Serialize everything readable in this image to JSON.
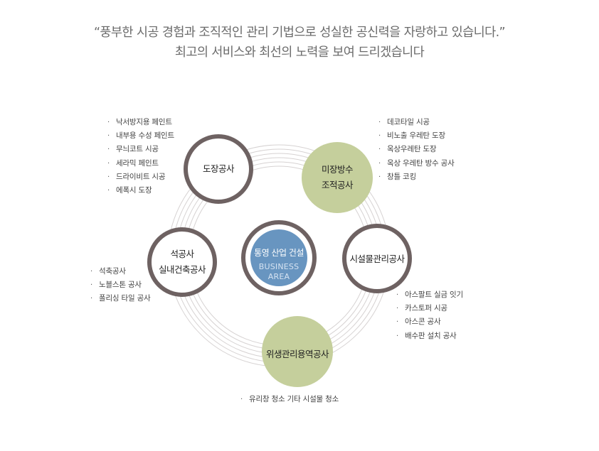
{
  "header": {
    "line1": "“풍부한 시공 경험과 조직적인  관리 기법으로 성실한 공신력을 자랑하고 있습니다.”",
    "line2": "최고의 서비스와 최선의 노력을 보여 드리겠습니다"
  },
  "center": {
    "title": "통영 산업 건설",
    "subtitle": "BUSINESS",
    "subtitle2": "AREA"
  },
  "nodes": {
    "painting": {
      "label": "도장공사"
    },
    "waterproof": {
      "line1": "미장방수",
      "line2": "조적공사"
    },
    "facility": {
      "label": "시설물관리공사"
    },
    "hygiene": {
      "label": "위생관리용역공사"
    },
    "stone": {
      "line1": "석공사",
      "line2": "실내건축공사"
    }
  },
  "lists": {
    "painting": [
      "낙서방지용 페인트",
      "내부용 수성 페인트",
      "무늬코트 시공",
      "세라믹 페인트",
      "드라이비트 시공",
      "에폭시 도장"
    ],
    "waterproof": [
      "데코타일 시공",
      "비노출 우레탄 도장",
      "옥상우레탄 도장",
      "옥상 우레탄 방수 공사",
      "창틀 코킹"
    ],
    "facility": [
      "아스팔트 실금 잇기",
      "카스토퍼 시공",
      "아스콘 공사",
      "배수판 설치 공사"
    ],
    "stone": [
      "석축공사",
      "노블스톤 공사",
      "폴리싱 타일 공사"
    ],
    "hygiene": [
      "유리창 청소 기타 시설물 청소"
    ]
  },
  "colors": {
    "ring_dark": "#6e6262",
    "green": "#c5cf9c",
    "center_blue": "#6895c0",
    "orbit": "#d6d2d2"
  }
}
